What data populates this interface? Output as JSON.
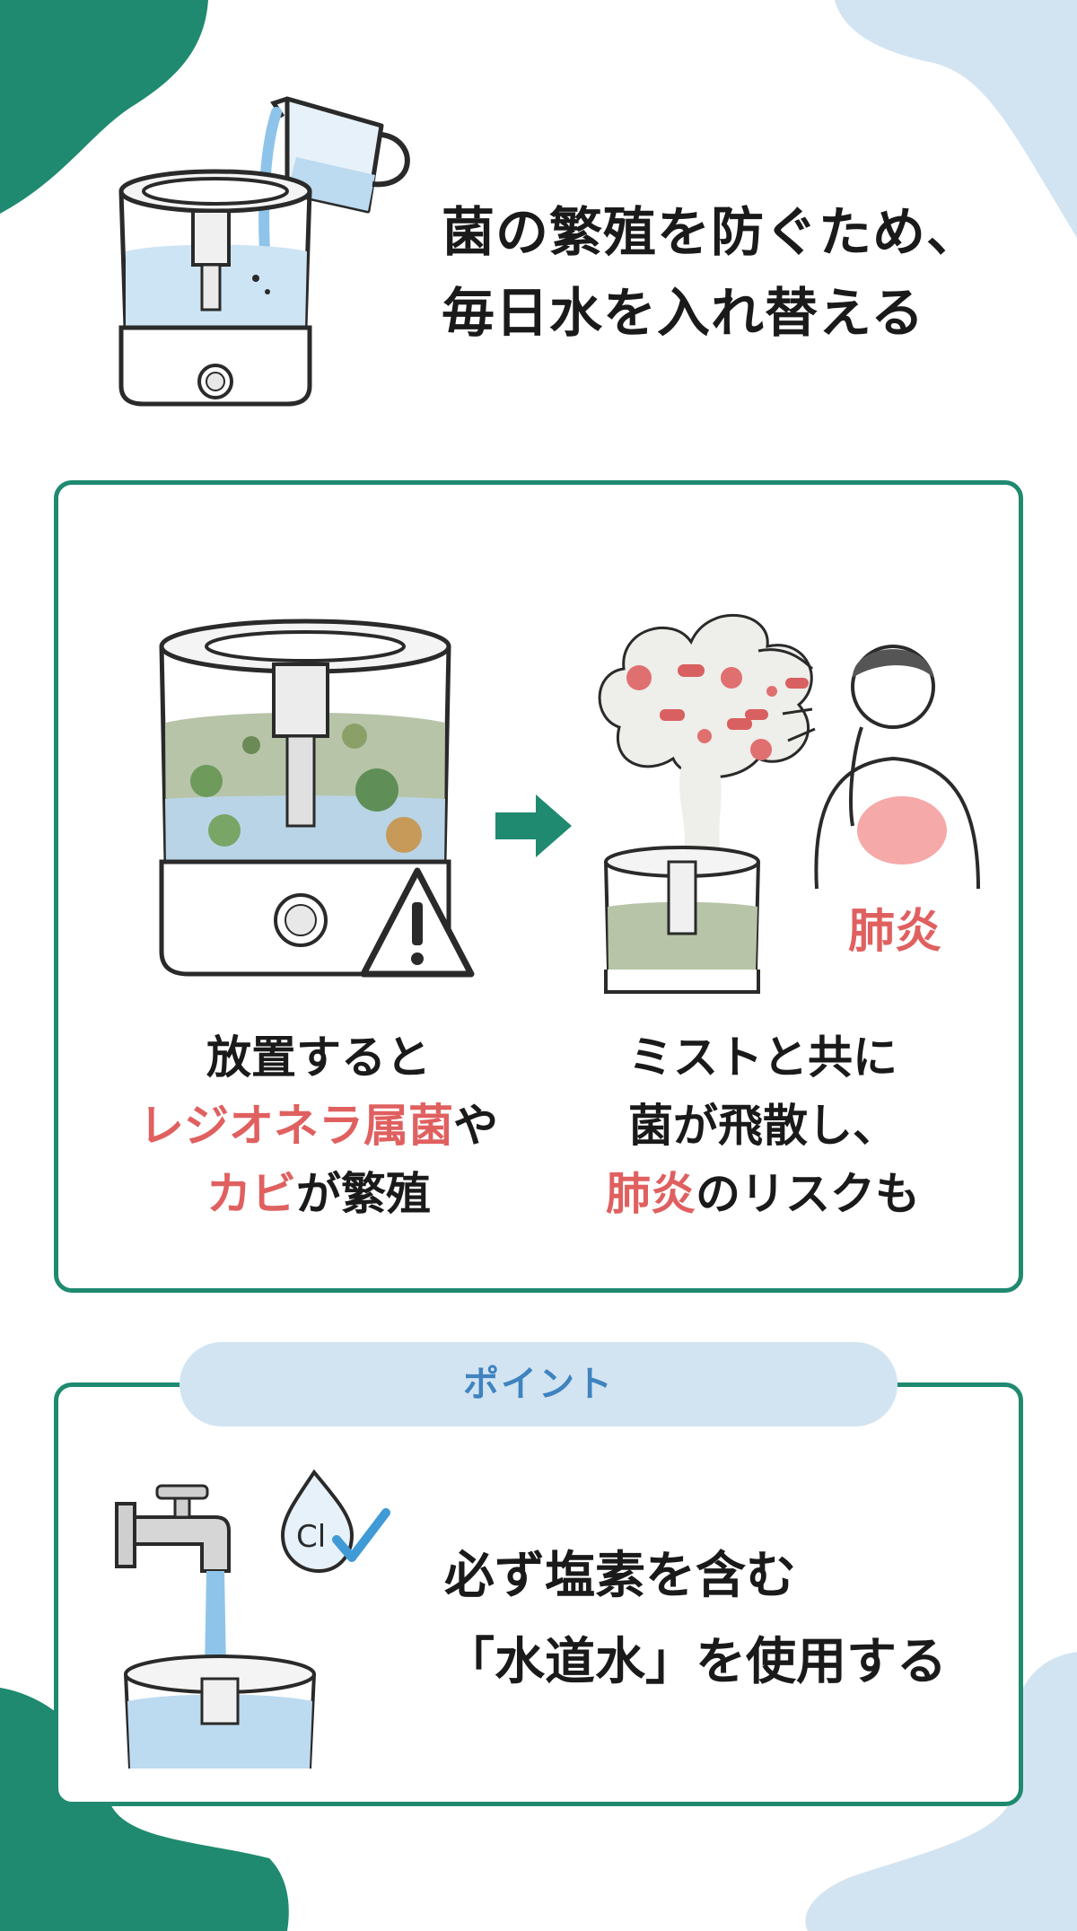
{
  "title": {
    "line1": "菌の繁殖を防ぐため、",
    "line2": "毎日水を入れ替える"
  },
  "problem": {
    "left_caption": {
      "line1": "放置すると",
      "line2_highlight": "レジオネラ属菌",
      "line2_rest": "や",
      "line3_highlight": "カビ",
      "line3_rest": "が繁殖"
    },
    "right_caption": {
      "line1": "ミストと共に",
      "line2": "菌が飛散し、",
      "line3_highlight": "肺炎",
      "line3_rest": "のリスクも"
    },
    "lung_label": "肺炎"
  },
  "point": {
    "badge": "ポイント",
    "chlorine_symbol": "Cl",
    "line1": "必ず塩素を含む",
    "line2": "「水道水」を使用する"
  },
  "colors": {
    "green": "#1f8a6f",
    "blue_light": "#d2e4f2",
    "blue_text": "#3f83bf",
    "red": "#e06060"
  },
  "icons": [
    "pitcher-icon",
    "humidifier-icon",
    "arrow-right-icon",
    "warning-icon",
    "bacteria-icon",
    "coughing-person-icon",
    "faucet-icon",
    "chlorine-drop-icon",
    "check-icon"
  ]
}
